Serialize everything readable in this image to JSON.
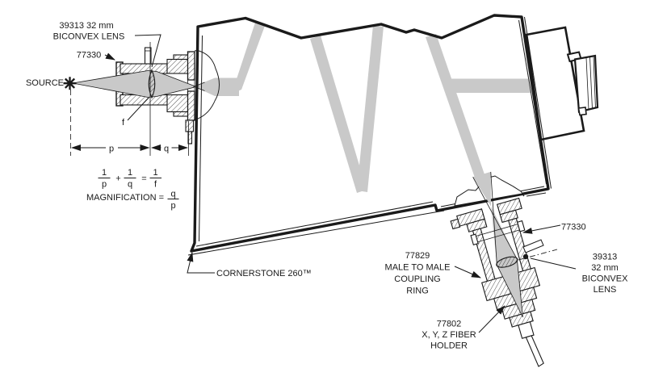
{
  "diagram": {
    "title_hidden": "",
    "source_label": "SOURCE",
    "left_lens_label": {
      "line1": "39313 32 mm",
      "line2": "BICONVEX LENS"
    },
    "left_tube_label": "77330",
    "focal_label": "f",
    "dim_p": "p",
    "dim_q": "q",
    "equation": {
      "n1": "1",
      "d1": "p",
      "op": "+",
      "n2": "1",
      "d2": "q",
      "eq": "=",
      "n3": "1",
      "d3": "f"
    },
    "magnification": {
      "prefix": "MAGNIFICATION =",
      "num": "q",
      "den": "p"
    },
    "instrument_label": "CORNERSTONE 260™",
    "coupling_label": {
      "l1": "77829",
      "l2": "MALE TO MALE",
      "l3": "COUPLING",
      "l4": "RING"
    },
    "right_tube_label": "77330",
    "right_lens_label": {
      "l1": "39313",
      "l2": "32 mm",
      "l3": "BICONVEX",
      "l4": "LENS"
    },
    "fiber_label": {
      "l1": "77802",
      "l2": "X, Y, Z FIBER",
      "l3": "HOLDER"
    },
    "colors": {
      "ink": "#1a1a1a",
      "beam": "#c9c9c9",
      "background": "#ffffff"
    }
  }
}
